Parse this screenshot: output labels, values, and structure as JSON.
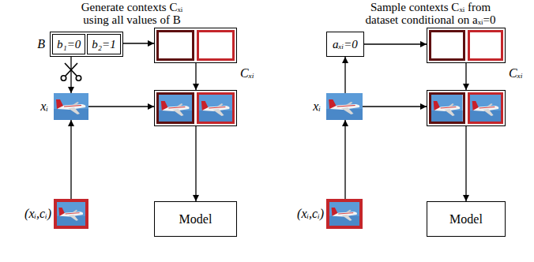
{
  "diagram": {
    "nodes": [
      {
        "text": [
          "B"
        ]
      },
      {
        "text": [
          "b₁=0"
        ],
        "in": 0
      },
      {
        "text": [
          "b₂=1"
        ],
        "in": 0
      },
      {
        "text": [
          "Cₓᵢ"
        ]
      },
      {
        "text": [
          "xᵢ"
        ]
      },
      {
        "text": [
          "(xᵢ,cᵢ)"
        ]
      },
      {
        "text": []
      },
      {
        "text": [
          "Model"
        ]
      },
      {
        "text": [
          "aₓᵢ=0"
        ]
      },
      {
        "text": [
          "Cₓᵢ"
        ]
      },
      {
        "text": [
          "xᵢ"
        ]
      },
      {
        "text": [
          "(xᵢ,cᵢ)"
        ]
      },
      {
        "text": []
      },
      {
        "text": [
          "Model"
        ]
      }
    ],
    "edges": [
      {
        "from": 0,
        "to": 3,
        "arrow": "to"
      },
      {
        "from": 0,
        "to": 4,
        "arrow": "to"
      },
      {
        "from": 5,
        "to": 4,
        "arrow": "to"
      },
      {
        "from": 4,
        "to": 6,
        "arrow": "to"
      },
      {
        "from": 3,
        "to": 6,
        "arrow": "to"
      },
      {
        "from": 6,
        "to": 7,
        "arrow": "to"
      },
      {
        "from": 8,
        "to": 9,
        "arrow": "to"
      },
      {
        "from": 10,
        "to": 8,
        "arrow": "to"
      },
      {
        "from": 11,
        "to": 10,
        "arrow": "to"
      },
      {
        "from": 10,
        "to": 12,
        "arrow": "to"
      },
      {
        "from": 9,
        "to": 12,
        "arrow": "to"
      },
      {
        "from": 12,
        "to": 13,
        "arrow": "to"
      }
    ],
    "labels": [
      "Generate contexts Cₓᵢ using all values of B",
      "Sample contexts Cₓᵢ from dataset conditional on aₓᵢ=0"
    ]
  }
}
